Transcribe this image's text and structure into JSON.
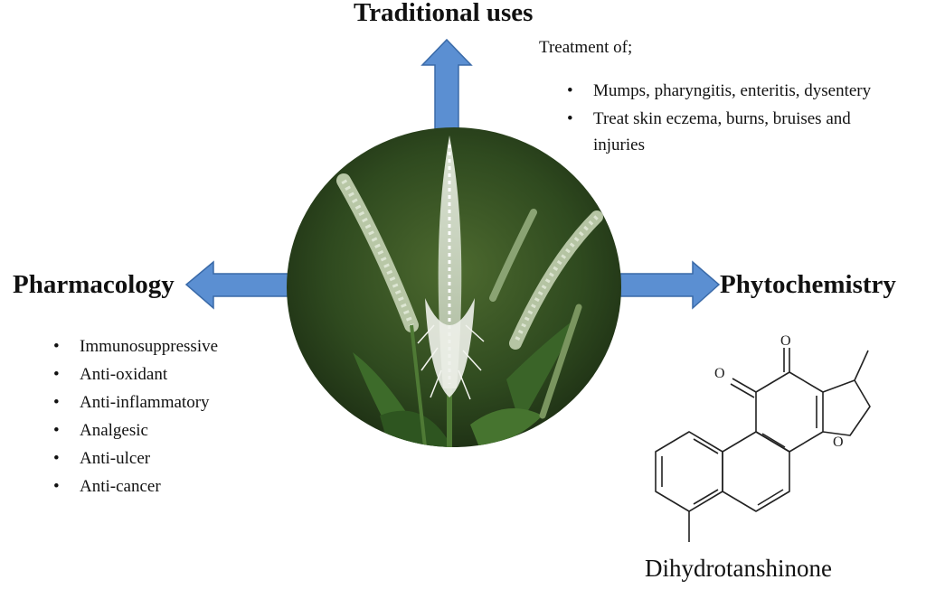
{
  "traditional": {
    "heading": "Traditional uses",
    "intro": "Treatment of;",
    "items": [
      "Mumps, pharyngitis, enteritis, dysentery",
      "Treat skin eczema, burns, bruises and injuries"
    ]
  },
  "pharmacology": {
    "heading": "Pharmacology",
    "items": [
      "Immunosuppressive",
      "Anti-oxidant",
      "Anti-inflammatory",
      "Analgesic",
      "Anti-ulcer",
      "Anti-cancer"
    ]
  },
  "phytochemistry": {
    "heading": "Phytochemistry",
    "compound": "Dihydrotanshinone"
  },
  "colors": {
    "arrow_fill": "#5b8fd2",
    "arrow_stroke": "#3a6aa8",
    "plant_bg": "#2f4f22",
    "flower": "#e8ece6"
  },
  "icons": {
    "arrows": "block-arrow",
    "center": "plant-photo-circle"
  }
}
